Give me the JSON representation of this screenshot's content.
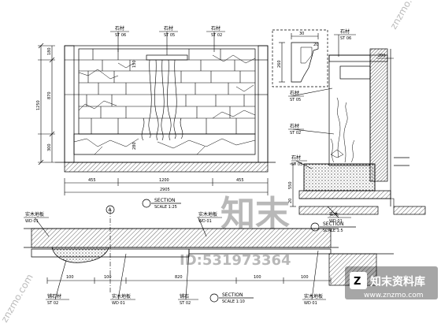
{
  "elevation": {
    "callouts": [
      {
        "label": "石材",
        "code": "ST 06"
      },
      {
        "label": "石材",
        "code": "ST 05"
      },
      {
        "label": "石材",
        "code": "ST 02"
      }
    ],
    "left_dims": [
      "180",
      "870",
      "1250",
      "300"
    ],
    "inner_dims": [
      "150",
      "280"
    ],
    "bottom_dims": [
      "455",
      "1200",
      "455"
    ],
    "total_dim": "2905",
    "section_mark": "SECTION",
    "section_sub": "SCALE 1:25"
  },
  "section": {
    "top_dims": [
      "30",
      "20"
    ],
    "side_dims": [
      "260",
      "550",
      "20"
    ],
    "dim_200": "200",
    "callouts": [
      {
        "label": "石材",
        "code": "ST 06"
      },
      {
        "label": "石材",
        "code": "ST 05"
      },
      {
        "label": "石材",
        "code": "ST 02"
      },
      {
        "label": "石材",
        "code": "ST 05"
      }
    ],
    "wood_label": "实木",
    "wood_code": "WD 01",
    "section_mark": "SECTION",
    "section_sub": "SCALE 1:5"
  },
  "plan": {
    "top_callouts": [
      {
        "label": "实木地板",
        "code": "WD 01"
      },
      {
        "label": "实木地板",
        "code": "WD 01"
      }
    ],
    "grid_marker": "A",
    "bottom_callouts": [
      {
        "label": "铺石材",
        "code": "ST 02"
      },
      {
        "label": "实木地板",
        "code": "WD 01"
      },
      {
        "label": "铺石",
        "code": "ST 02"
      },
      {
        "label": "实木地板",
        "code": "WD 01"
      }
    ],
    "dims": [
      "100",
      "100",
      "820",
      "100",
      "100"
    ],
    "section_mark": "SECTION",
    "section_sub": "SCALE 1:10"
  },
  "watermarks": {
    "big": "知末",
    "id": "ID:531973364",
    "brand": "知末资料库",
    "url": "www.znzmo.com",
    "diag": "znzmo.com"
  }
}
